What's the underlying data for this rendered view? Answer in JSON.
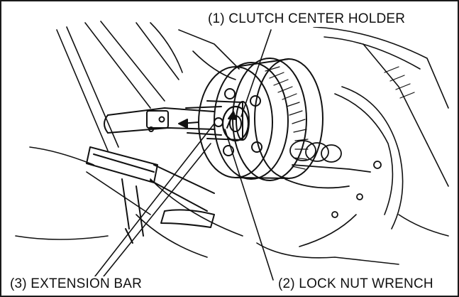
{
  "callouts": {
    "clutch_center_holder": "(1) CLUTCH CENTER HOLDER",
    "lock_nut_wrench": "(2) LOCK NUT WRENCH",
    "extension_bar": "(3) EXTENSION BAR"
  },
  "colors": {
    "ink": "#111111",
    "paper": "#ffffff"
  }
}
